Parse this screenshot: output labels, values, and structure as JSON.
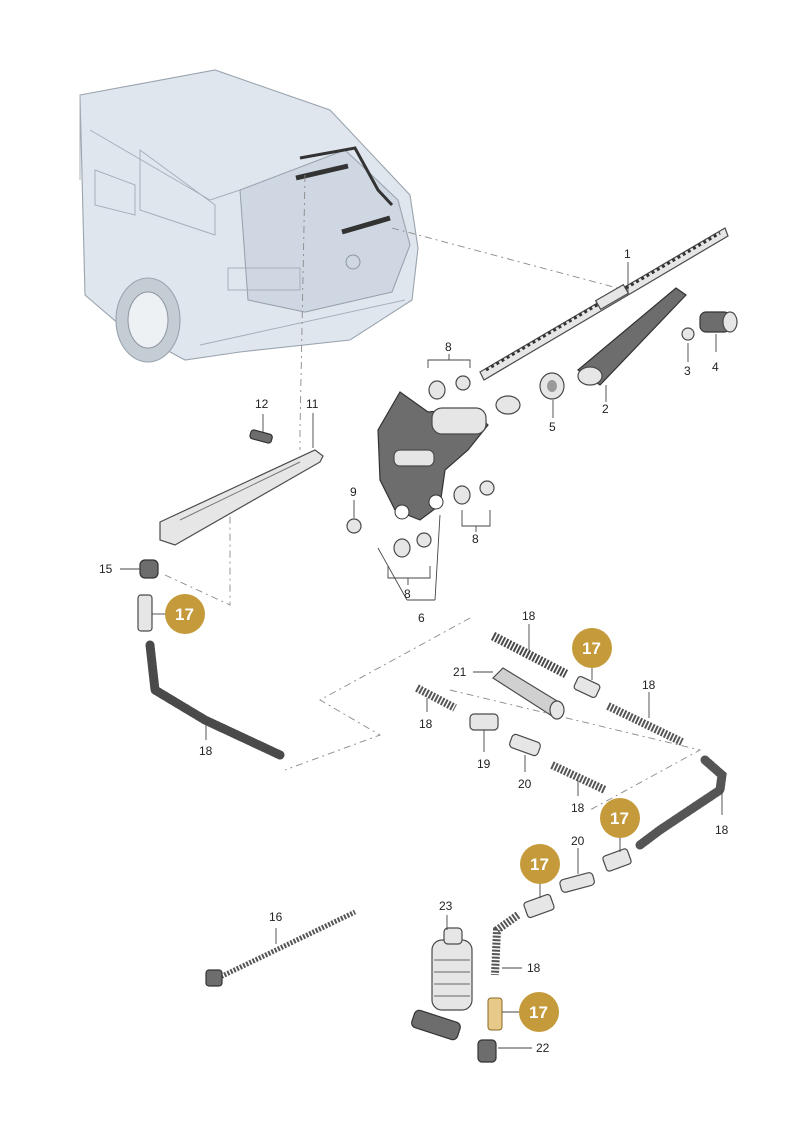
{
  "diagram": {
    "accent_color": "#c49a3a",
    "labels": {
      "p1": "1",
      "p2": "2",
      "p3": "3",
      "p4": "4",
      "p5": "5",
      "p6": "6",
      "p8a": "8",
      "p8b": "8",
      "p8c": "8",
      "p9": "9",
      "p11": "11",
      "p12": "12",
      "p15": "15",
      "p16": "16",
      "p18a": "18",
      "p18b": "18",
      "p18c": "18",
      "p18d": "18",
      "p18e": "18",
      "p18f": "18",
      "p18g": "18",
      "p19": "19",
      "p20a": "20",
      "p20b": "20",
      "p21": "21",
      "p22": "22",
      "p23": "23"
    },
    "highlight": {
      "b1": "17",
      "b2": "17",
      "b3": "17",
      "b4": "17",
      "b5": "17"
    },
    "icons": [
      "station-wagon-rear",
      "wiper-blade",
      "wiper-arm",
      "wiper-motor",
      "washer-hose",
      "washer-pump",
      "cable-tie"
    ]
  }
}
